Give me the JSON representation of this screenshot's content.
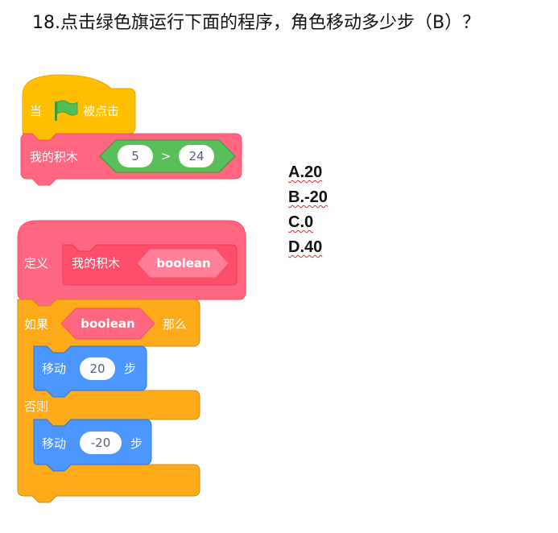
{
  "question": "18.点击绿色旗运行下面的程序，角色移动多少步（B）？",
  "options": [
    "A.20",
    "B.-20",
    "C.0",
    "D.40"
  ],
  "blocks": {
    "hat": {
      "when": "当",
      "clicked": "被点击"
    },
    "call": {
      "name": "我的积木",
      "left": "5",
      "op": ">",
      "right": "24"
    },
    "define": {
      "label": "定义",
      "name": "我的积木",
      "param": "boolean"
    },
    "if": {
      "if": "如果",
      "cond": "boolean",
      "then": "那么",
      "else": "否则"
    },
    "move1": {
      "move": "移动",
      "value": "20",
      "steps": "步"
    },
    "move2": {
      "move": "移动",
      "value": "-20",
      "steps": "步"
    }
  },
  "colors": {
    "events": "#FFBF00",
    "custom": "#FF6680",
    "custom_dark": "#FF4D6A",
    "control": "#FFAB19",
    "motion": "#4C97FF",
    "operator": "#59C059",
    "flag": "#4CBF56"
  }
}
